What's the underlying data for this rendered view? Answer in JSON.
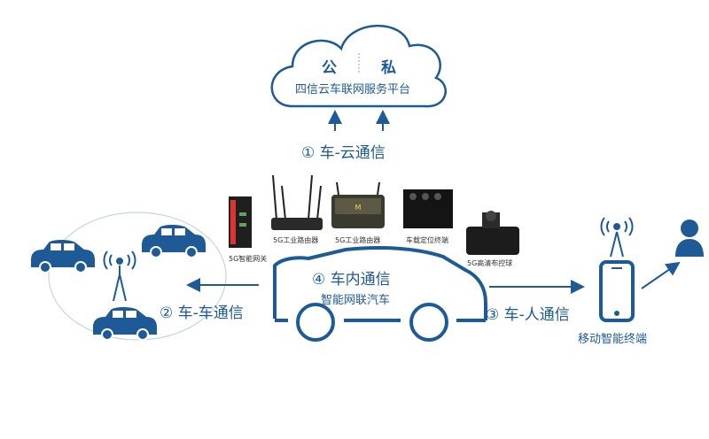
{
  "cloud": {
    "left_char": "公",
    "right_char": "私",
    "platform": "四信云车联网服务平台"
  },
  "links": {
    "v2c": "① 车-云通信",
    "in_vehicle": "④ 车内通信",
    "v2v": "② 车-车通信",
    "v2p": "③ 车-人通信"
  },
  "vehicle": {
    "label": "智能网联汽车"
  },
  "devices": [
    "5G智能网关",
    "5G工业路由器",
    "5G工业路由器",
    "车载定位终端",
    "5G高清布控球"
  ],
  "mobile": {
    "label": "移动智能终端"
  },
  "colors": {
    "primary": "#1e5a96",
    "light": "#2b6cb0",
    "ring": "#c9d3de"
  }
}
